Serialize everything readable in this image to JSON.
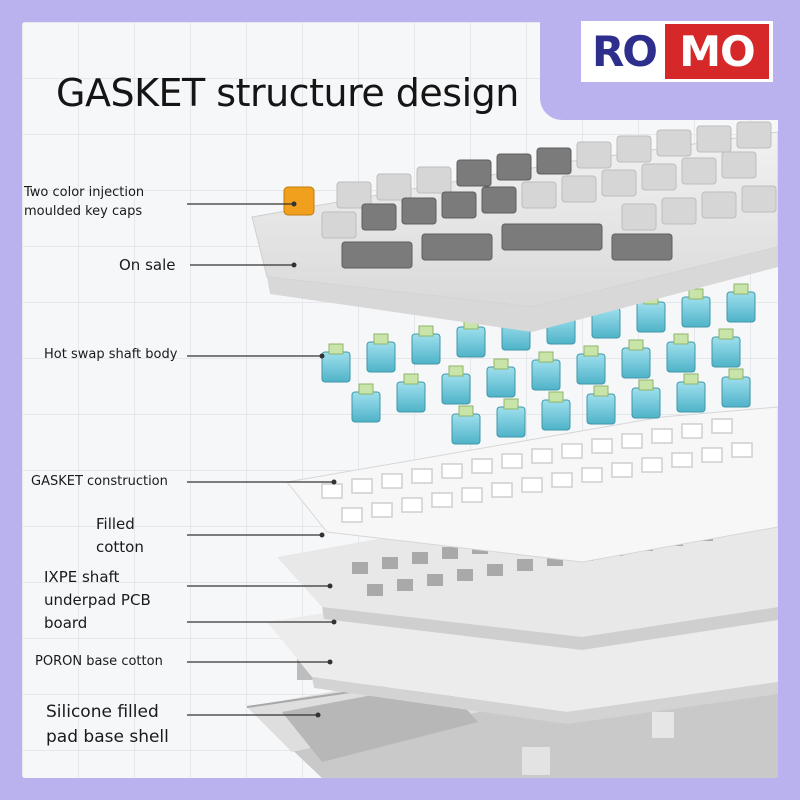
{
  "heading": "GASKET structure design",
  "logo": {
    "left": "RO",
    "right": "MO"
  },
  "labels": [
    "Two color injection\nmoulded key caps",
    "On sale",
    "Hot swap shaft body",
    "GASKET construction",
    "Filled\ncotton",
    "IXPE shaft\nunderpad PCB\nboard",
    "PORON base cotton",
    "Silicone filled\npad base shell"
  ],
  "colors": {
    "border": "#b9b2ef",
    "logo_red": "#d62828",
    "logo_navy": "#2e2e8c",
    "accent_key": "#f0a01c",
    "switch_teal": "#7ccfe0",
    "switch_stem": "#c9e4a8"
  }
}
